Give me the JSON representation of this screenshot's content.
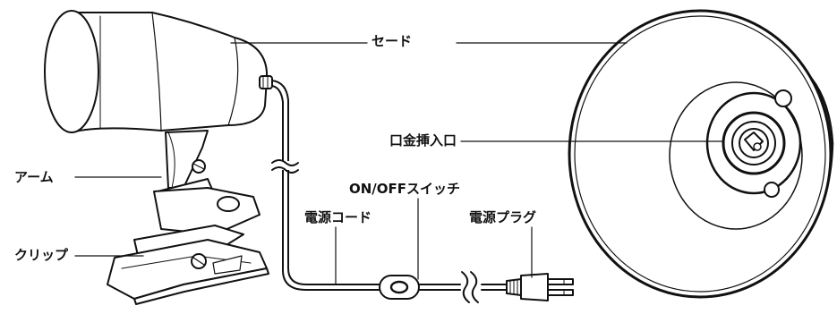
{
  "labels": {
    "shade": "セード",
    "socket": "口金挿入口",
    "arm": "アーム",
    "switch": "ON/OFFスイッチ",
    "power_cord": "電源コード",
    "power_plug": "電源プラグ",
    "clip": "クリップ"
  },
  "colors": {
    "line": "#111111",
    "background": "#ffffff"
  }
}
